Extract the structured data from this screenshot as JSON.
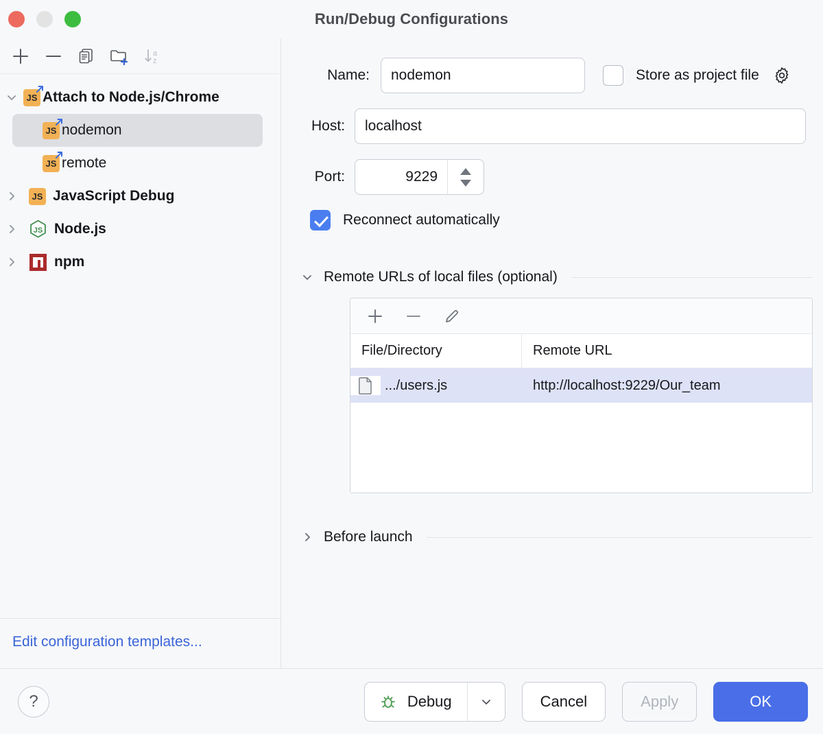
{
  "window": {
    "title": "Run/Debug Configurations",
    "traffic_lights": [
      "close",
      "minimize",
      "maximize"
    ]
  },
  "left_panel": {
    "toolbar": [
      {
        "name": "add-configuration-button",
        "icon": "plus-icon",
        "label": "+"
      },
      {
        "name": "remove-configuration-button",
        "icon": "minus-icon",
        "label": "−"
      },
      {
        "name": "copy-configuration-button",
        "icon": "copy-icon",
        "label": ""
      },
      {
        "name": "new-folder-button",
        "icon": "folder-add-icon",
        "label": ""
      },
      {
        "name": "sort-configurations-button",
        "icon": "sort-az-icon",
        "label": ""
      }
    ],
    "tree": [
      {
        "label": "Attach to Node.js/Chrome",
        "icon": "js-attach-icon",
        "expanded": true,
        "level": 0,
        "bold": true,
        "selected": false,
        "truncated": true
      },
      {
        "label": "nodemon",
        "icon": "js-attach-icon",
        "level": 1,
        "bold": false,
        "selected": true
      },
      {
        "label": "remote",
        "icon": "js-attach-icon",
        "level": 1,
        "bold": false,
        "selected": false
      },
      {
        "label": "JavaScript Debug",
        "icon": "js-icon",
        "expanded": false,
        "level": 0,
        "bold": true,
        "selected": false
      },
      {
        "label": "Node.js",
        "icon": "nodejs-icon",
        "expanded": false,
        "level": 0,
        "bold": true,
        "selected": false
      },
      {
        "label": "npm",
        "icon": "npm-icon",
        "expanded": false,
        "level": 0,
        "bold": true,
        "selected": false
      }
    ],
    "templates_link": "Edit configuration templates..."
  },
  "form": {
    "name_label": "Name:",
    "name_value": "nodemon",
    "name_placeholder": "",
    "store_as_project_file_label": "Store as project file",
    "store_as_project_file_checked": false,
    "store_gear_icon": "gear-icon",
    "host_label": "Host:",
    "host_value": "localhost",
    "host_placeholder": "",
    "port_label": "Port:",
    "port_value": "9229",
    "reconnect_label": "Reconnect automatically",
    "reconnect_checked": true
  },
  "remote_urls_section": {
    "title": "Remote URLs of local files (optional)",
    "expanded": true,
    "toolbar": [
      {
        "name": "add-url-mapping-button",
        "icon": "plus-icon"
      },
      {
        "name": "remove-url-mapping-button",
        "icon": "minus-icon"
      },
      {
        "name": "edit-url-mapping-button",
        "icon": "pencil-icon"
      }
    ],
    "columns": [
      "File/Directory",
      "Remote URL"
    ],
    "rows": [
      {
        "icon": "file-icon",
        "file": ".../users.js",
        "url": "http://localhost:9229/Our_team",
        "selected": true
      }
    ]
  },
  "before_launch_section": {
    "title": "Before launch",
    "expanded": false
  },
  "footer": {
    "help_label": "?",
    "debug_label": "Debug",
    "debug_icon": "bug-icon",
    "cancel_label": "Cancel",
    "apply_label": "Apply",
    "apply_enabled": false,
    "ok_label": "OK"
  },
  "colors": {
    "accent_blue": "#4a6ee8",
    "checkbox_blue": "#4a7ef0",
    "link_blue": "#3a64d8",
    "selection_blue": "#dde2f7",
    "tree_selection_gray": "#dcdee2",
    "js_badge_orange": "#f2b155",
    "nodejs_green": "#3f8f4f",
    "npm_red": "#ab2b2b",
    "bug_green": "#4f9d52",
    "background": "#f7f8fa"
  }
}
